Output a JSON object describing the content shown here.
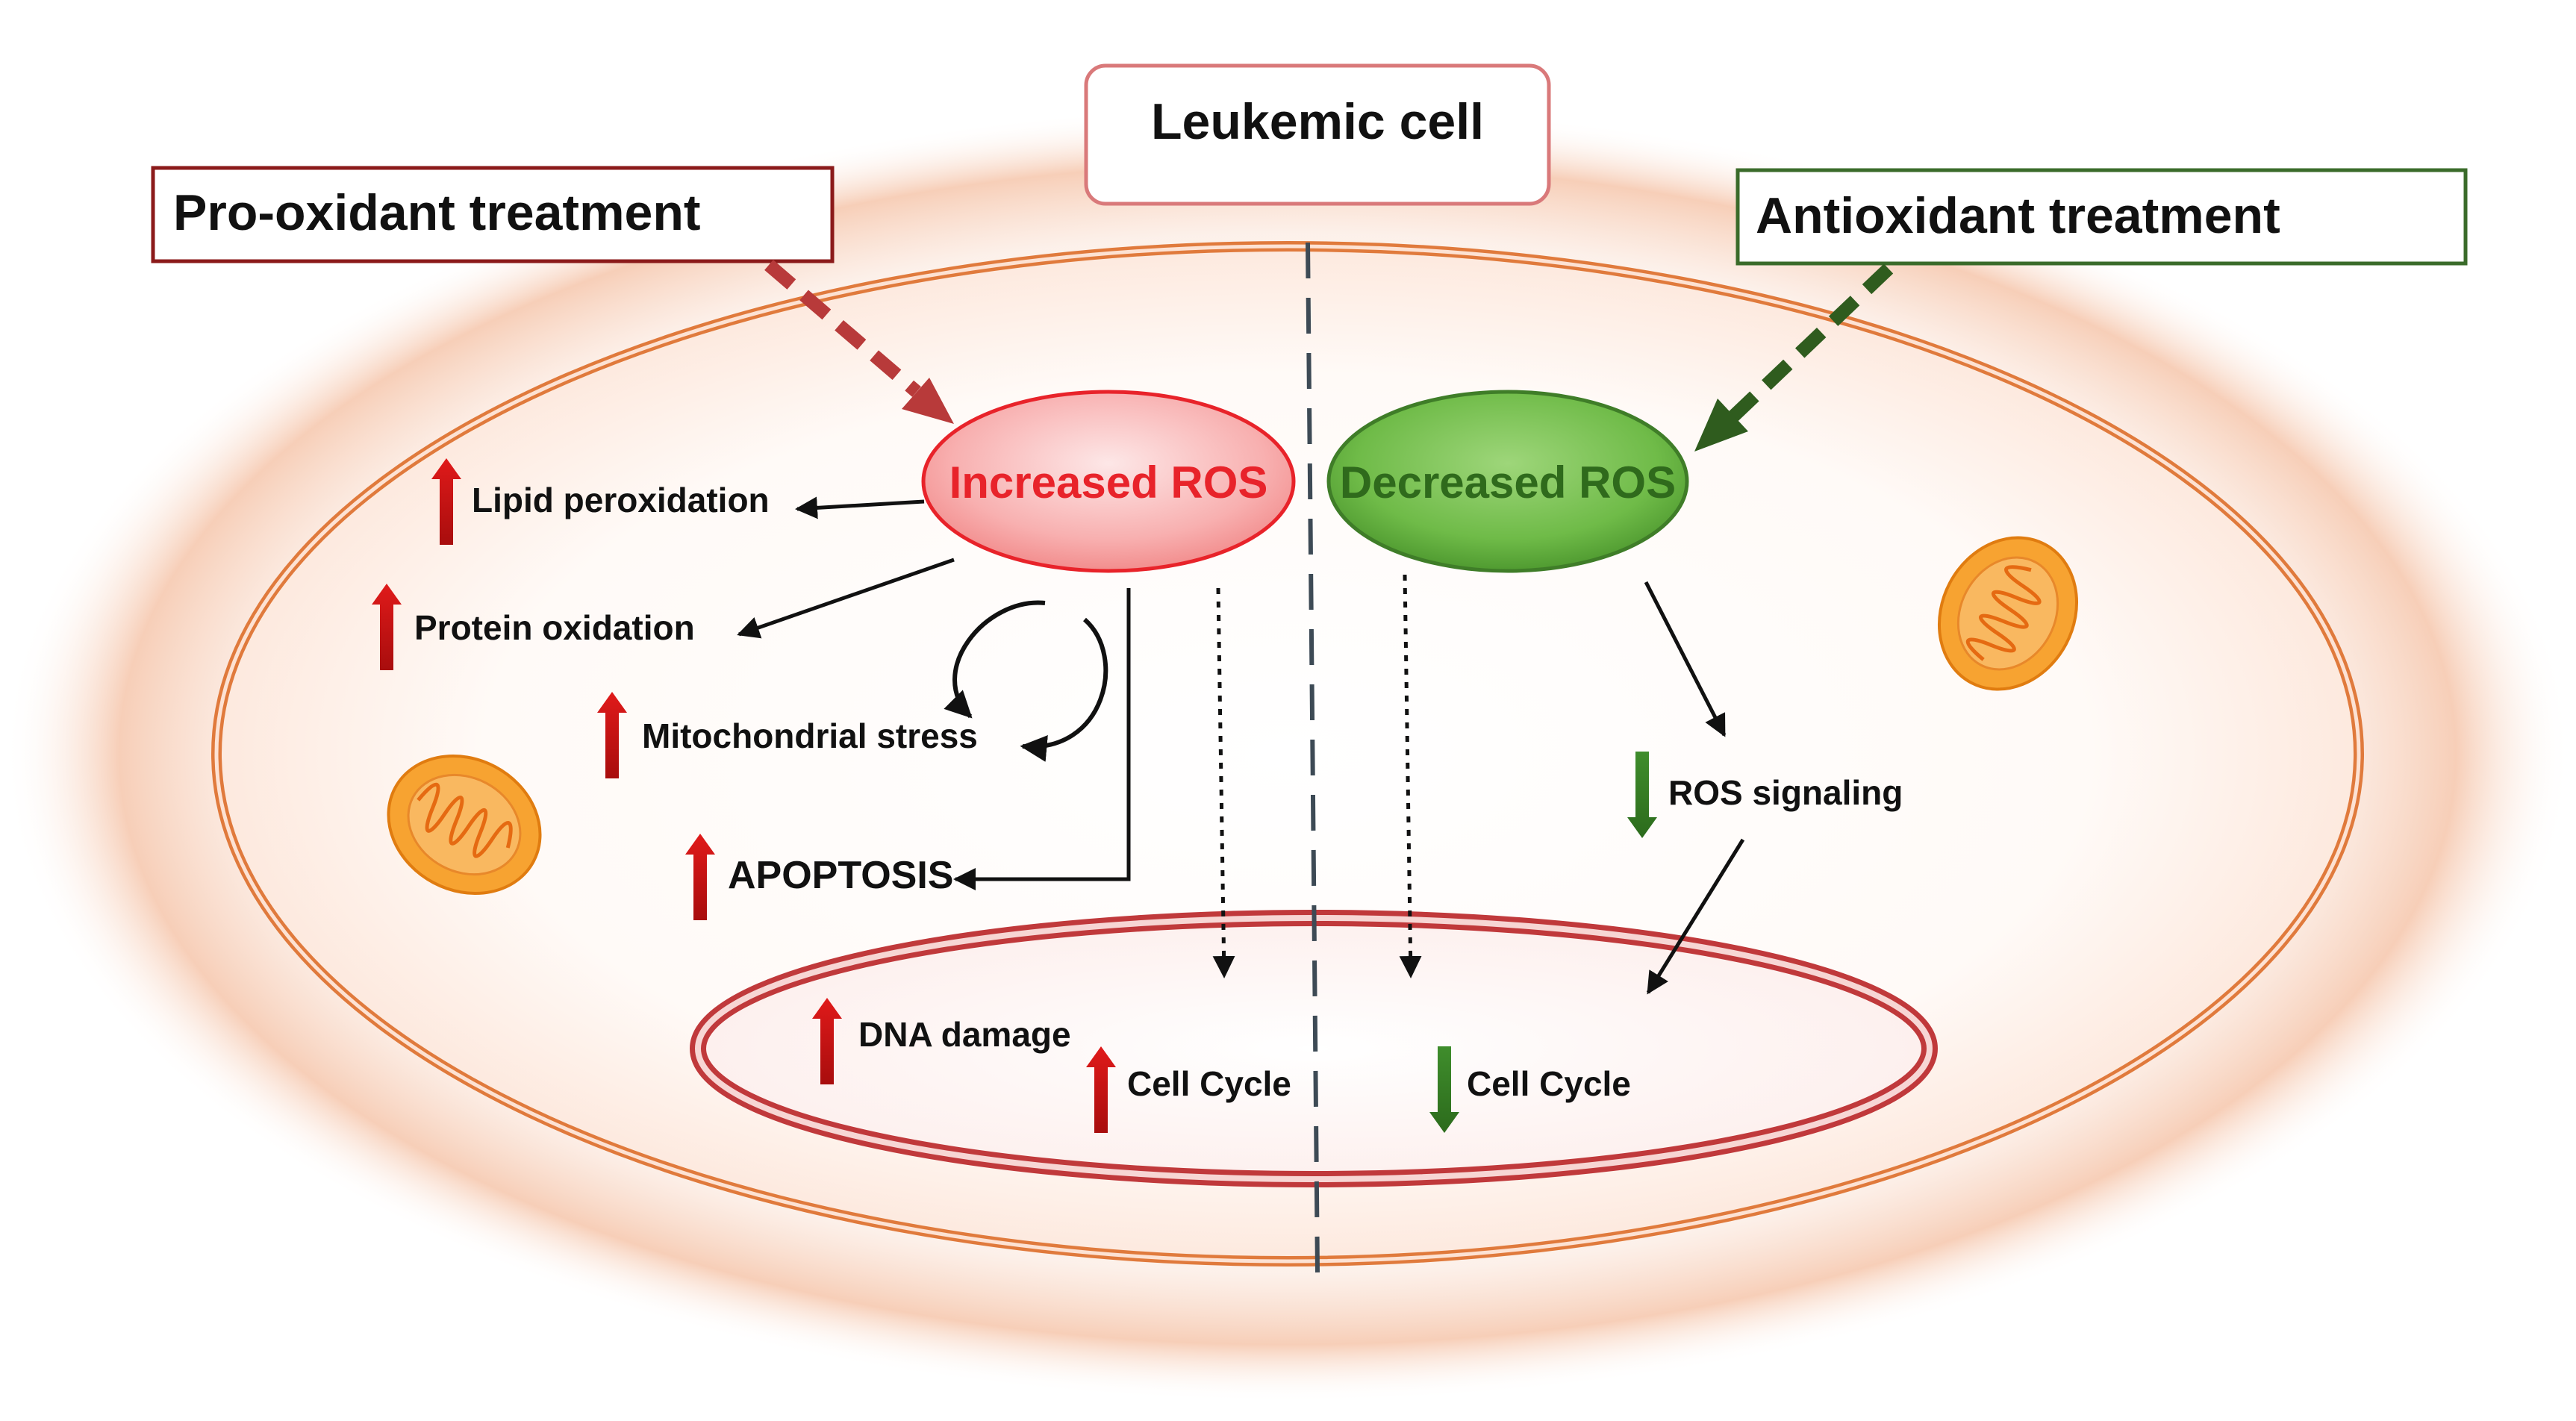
{
  "title": "Leukemic cell",
  "left_treatment": "Pro-oxidant treatment",
  "right_treatment": "Antioxidant treatment",
  "increased_ros": "Increased ROS",
  "decreased_ros": "Decreased ROS",
  "left_effects": {
    "lipid": "Lipid peroxidation",
    "protein": "Protein oxidation",
    "mito": "Mitochondrial stress",
    "apoptosis": "APOPTOSIS"
  },
  "right_effects": {
    "ros_signaling": "ROS signaling"
  },
  "nucleus": {
    "dna_damage": "DNA damage",
    "cell_cycle_left": "Cell Cycle",
    "cell_cycle_right": "Cell Cycle"
  },
  "colors": {
    "pro_red": "#8b1a1a",
    "anti_green": "#3a6b2a",
    "ros_red_text": "#e8232a",
    "ros_green_text": "#2f6a1c",
    "membrane": "#e07a3c",
    "nucleus": "#c0393b",
    "up_arrow": "#cc1414",
    "down_arrow": "#3d8a2a",
    "mitochondria": "#f39a24"
  },
  "icons": {
    "up": "up-arrow-icon",
    "down": "down-arrow-icon",
    "mito": "mitochondrion-icon"
  }
}
